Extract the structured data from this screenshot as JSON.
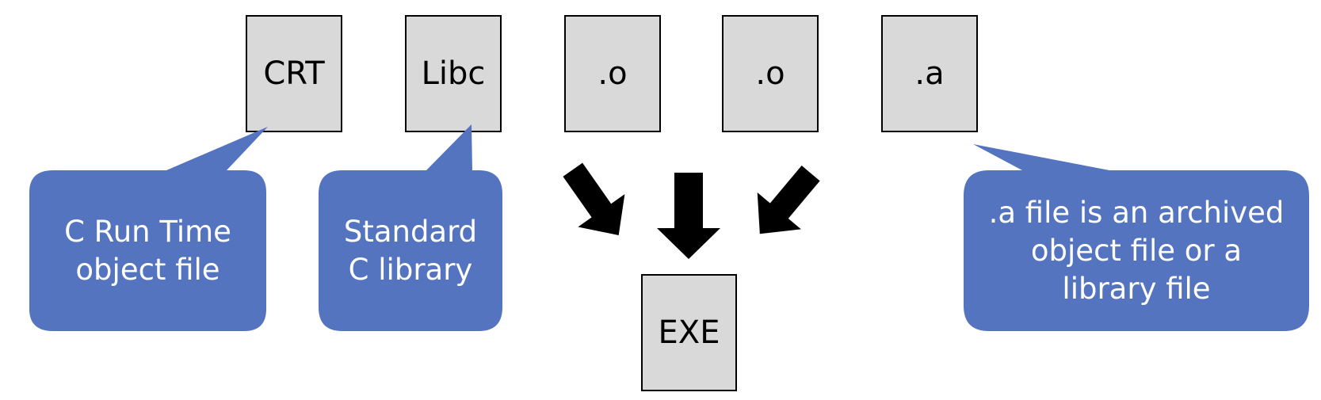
{
  "colors": {
    "box_fill": "#d9d9d9",
    "box_stroke": "#000000",
    "callout_fill": "#5474c0",
    "arrow_fill": "#000000"
  },
  "inputs": {
    "crt": "CRT",
    "libc": "Libc",
    "obj1": ".o",
    "obj2": ".o",
    "archive": ".a"
  },
  "output": {
    "exe": "EXE"
  },
  "callouts": {
    "crt": "C Run Time\nobject file",
    "libc": "Standard\nC library",
    "archive": ".a file is an archived\nobject file or a\nlibrary file"
  }
}
